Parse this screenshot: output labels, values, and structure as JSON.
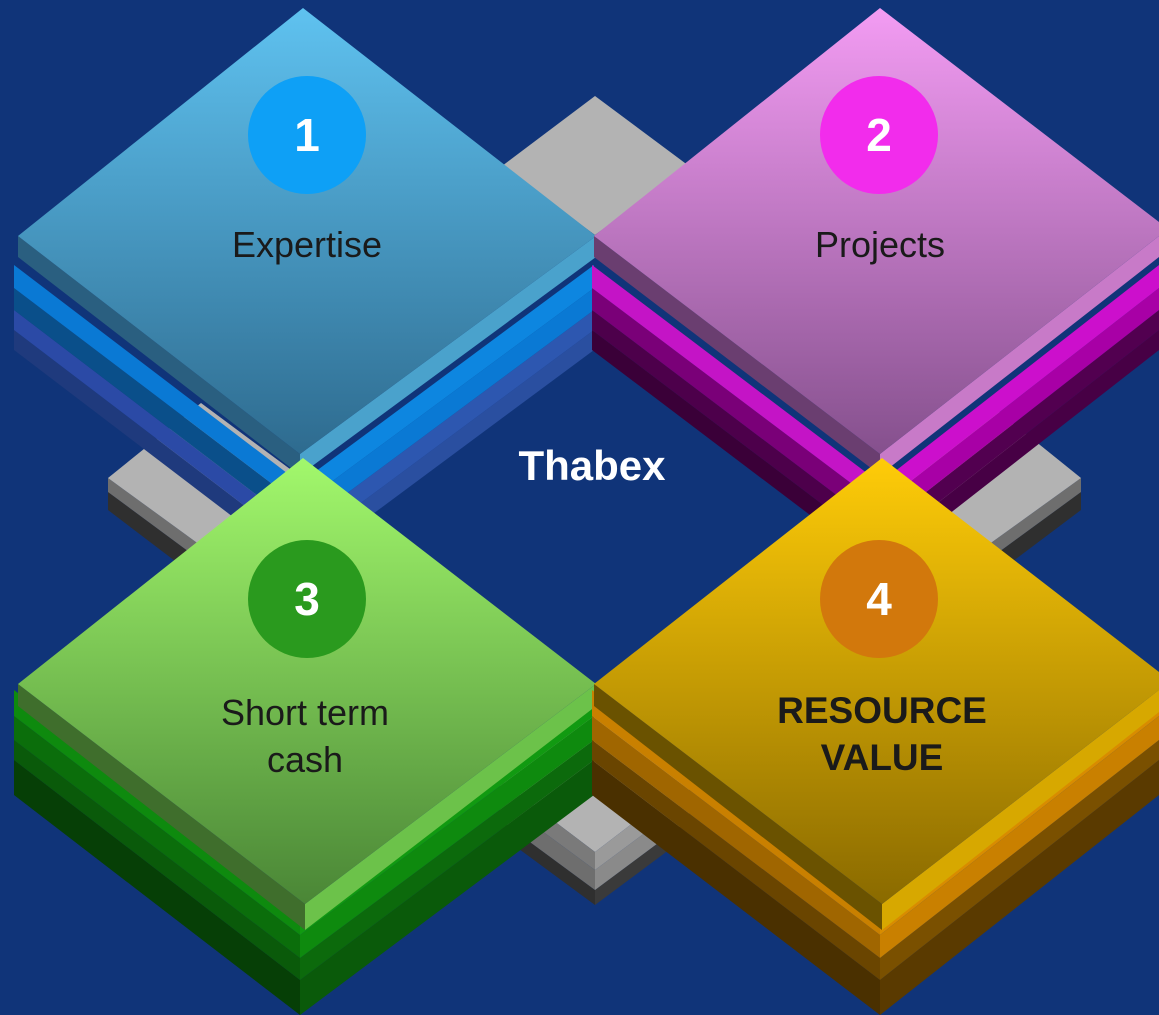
{
  "title": "Thabex",
  "items": [
    {
      "number": "1",
      "label": "Expertise",
      "bold": false,
      "top_color": "#5fc2f0",
      "top_color_dark": "#2a6f96",
      "layer_color": "#0a79d4",
      "layer_color_dark": "#27479b",
      "badge_color": "#0ea0f6"
    },
    {
      "number": "2",
      "label": "Projects",
      "bold": false,
      "top_color": "#ee95ee",
      "top_color_dark": "#8a4f92",
      "layer_color": "#c414c6",
      "layer_color_dark": "#6a0068",
      "badge_color": "#f22cec"
    },
    {
      "number": "3",
      "label": "Short term\ncash",
      "bold": false,
      "top_color": "#a0f46c",
      "top_color_dark": "#4f8e3a",
      "layer_color": "#0e8a0e",
      "layer_color_dark": "#064f06",
      "badge_color": "#2a9a1e"
    },
    {
      "number": "4",
      "label": "RESOURCE\nVALUE",
      "bold": true,
      "top_color": "#ffcb0a",
      "top_color_dark": "#8a6c00",
      "layer_color": "#c98000",
      "layer_color_dark": "#6a4500",
      "badge_color": "#d2780c"
    }
  ],
  "connector_color": "#b3b3b3",
  "background_color": "#103479"
}
